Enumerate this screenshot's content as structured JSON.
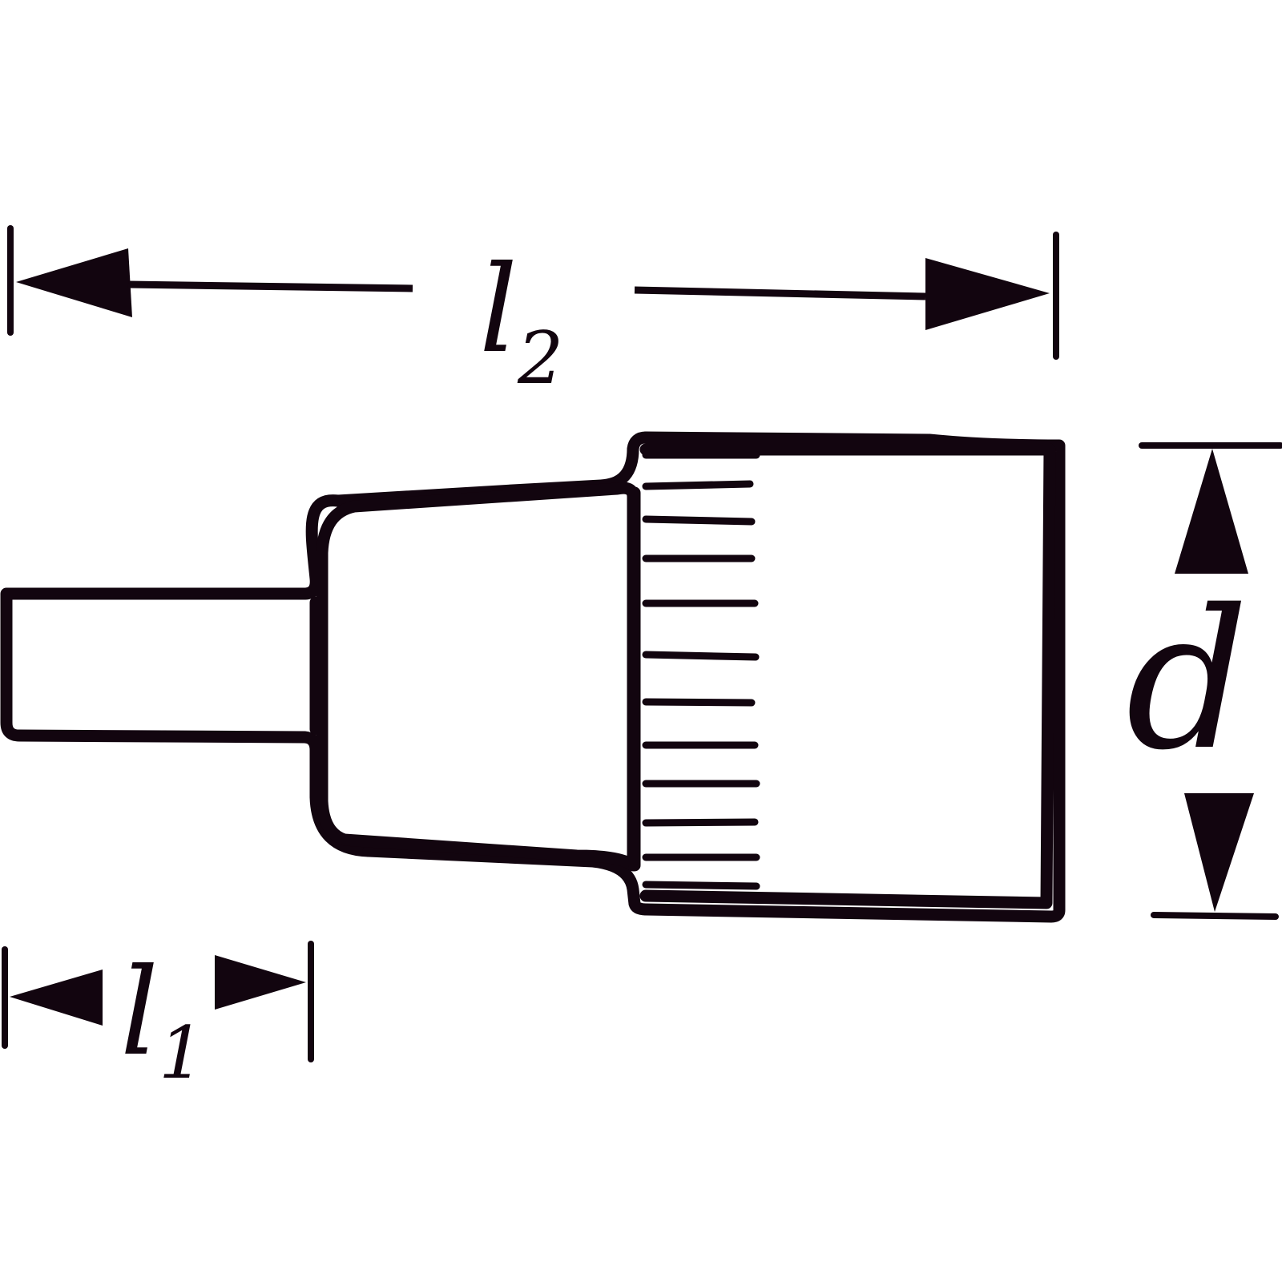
{
  "colors": {
    "ink": "#12050f",
    "background": "#ffffff"
  },
  "dimensions": {
    "overall_length": {
      "symbol": "l",
      "subscript": "2"
    },
    "square_drive_length": {
      "symbol": "l",
      "subscript": "1"
    },
    "outer_diameter": {
      "symbol": "d"
    }
  }
}
